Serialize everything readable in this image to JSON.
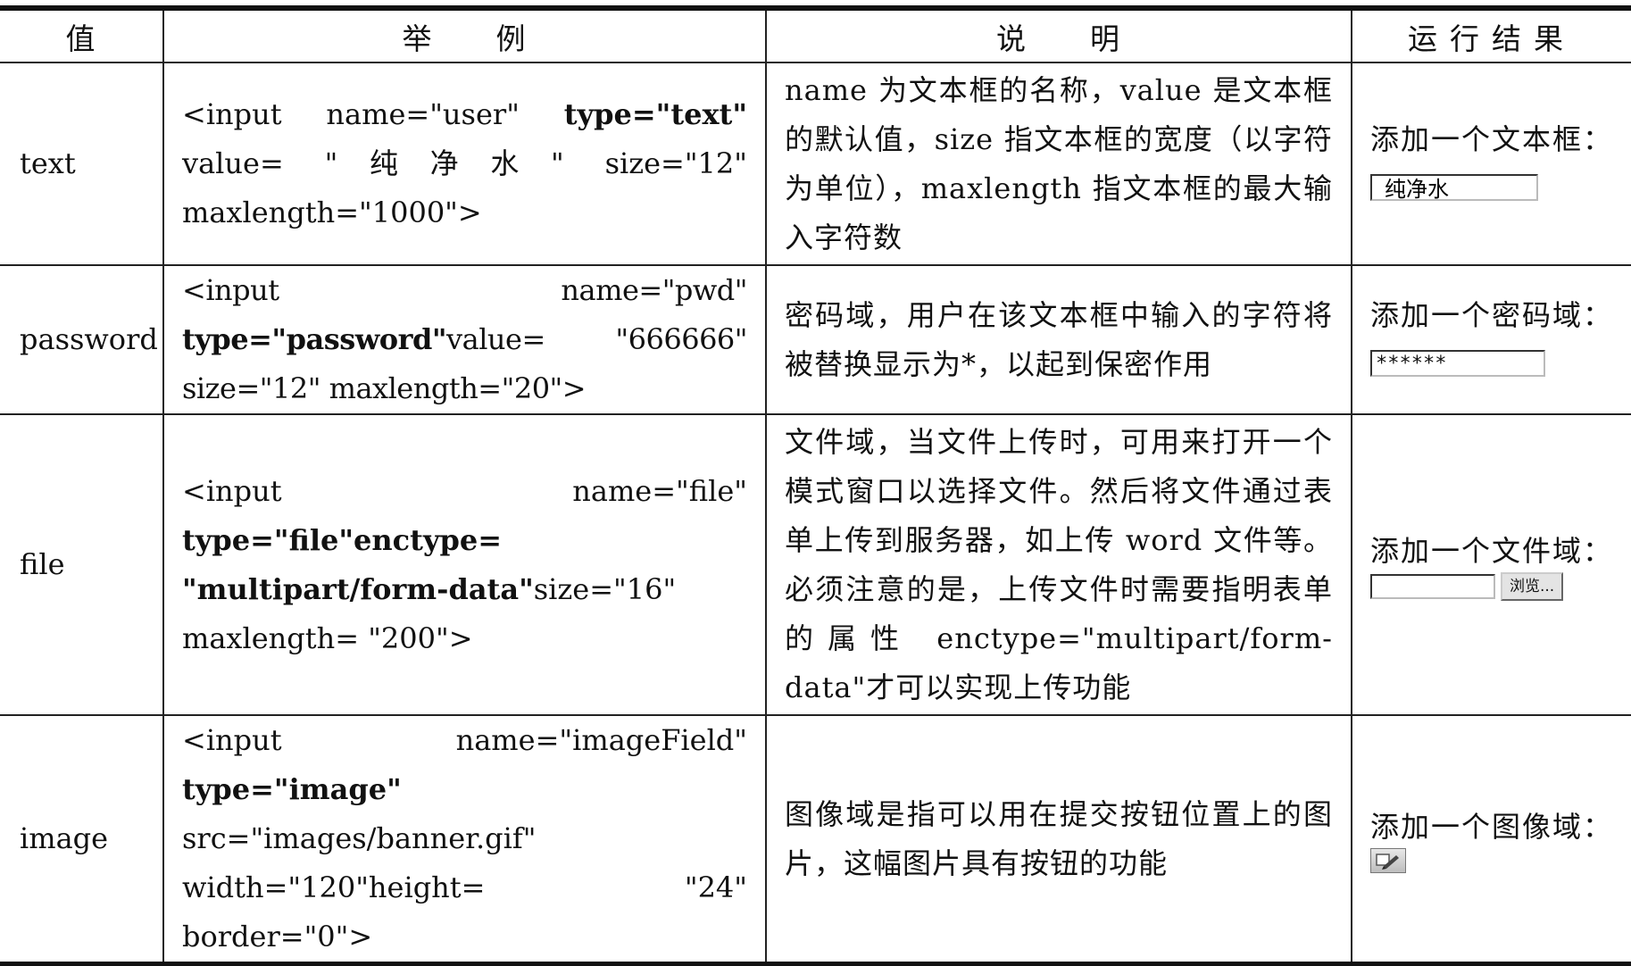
{
  "headers": {
    "value": "值",
    "example": "举　　例",
    "description": "说　　明",
    "result": "运行结果"
  },
  "rows": [
    {
      "value": "text",
      "example_pre": "<input  name=\"user\"  ",
      "example_bold": "type=\"text\"",
      "example_post": "  value= \"纯净水\" size=\"12\" maxlength=\"1000\">",
      "description": "name 为文本框的名称，value 是文本框的默认值，size 指文本框的宽度（以字符为单位），maxlength 指文本框的最大输入字符数",
      "result_label": "添加一个文本框：",
      "result_value": "纯净水"
    },
    {
      "value": "password",
      "example_pre": "<input name=\"pwd\" ",
      "example_bold": "type=\"password\"",
      "example_post": "value= \"666666\" size=\"12\" maxlength=\"20\">",
      "description": "密码域，用户在该文本框中输入的字符将被替换显示为*，以起到保密作用",
      "result_label": "添加一个密码域：",
      "result_value": "******"
    },
    {
      "value": "file",
      "example_pre": "<input  name=\"file\"  ",
      "example_bold": "type=\"file\"enctype= \"multipart/form-data\"",
      "example_post": "size=\"16\"  maxlength= \"200\">",
      "description": "文件域，当文件上传时，可用来打开一个模式窗口以选择文件。然后将文件通过表单上传到服务器，如上传 word 文件等。必须注意的是，上传文件时需要指明表单的属性 enctype=\"multipart/form-data\"才可以实现上传功能",
      "result_label": "添加一个文件域：",
      "result_button": "浏览..."
    },
    {
      "value": "image",
      "example_pre": "<input  name=\"imageField\"  ",
      "example_bold": "type=\"image\"",
      "example_post": " src=\"images/banner.gif\"  width=\"120\"height= \"24\" border=\"0\">",
      "description": "图像域是指可以用在提交按钮位置上的图片，这幅图片具有按钮的功能",
      "result_label": "添加一个图像域：",
      "result_icon": "pencil-icon"
    }
  ]
}
